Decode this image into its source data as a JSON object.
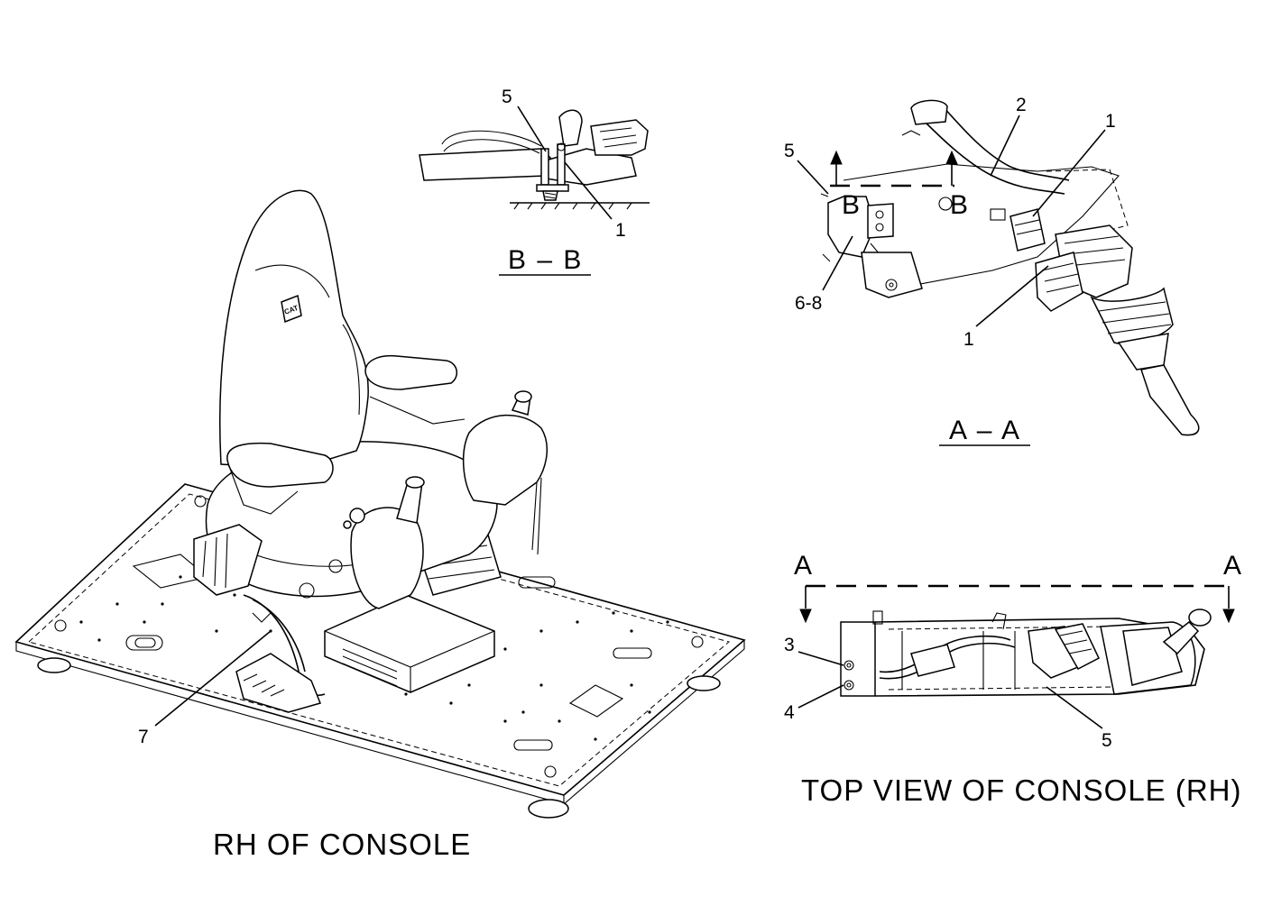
{
  "captions": {
    "main_view": "RH  OF  CONSOLE",
    "top_view": "TOP  VIEW  OF  CONSOLE (RH)",
    "section_aa": "A – A",
    "section_bb": "B – B"
  },
  "section_markers": {
    "a_left": "A",
    "a_right": "A",
    "b_left": "B",
    "b_right": "B"
  },
  "callouts": {
    "main_7": "7",
    "bb_5": "5",
    "bb_1": "1",
    "aa_5": "5",
    "aa_2": "2",
    "aa_1_top": "1",
    "aa_1_bottom": "1",
    "aa_6_8": "6-8",
    "top_3": "3",
    "top_4": "4",
    "top_5": "5"
  },
  "logo_text": "CAT"
}
